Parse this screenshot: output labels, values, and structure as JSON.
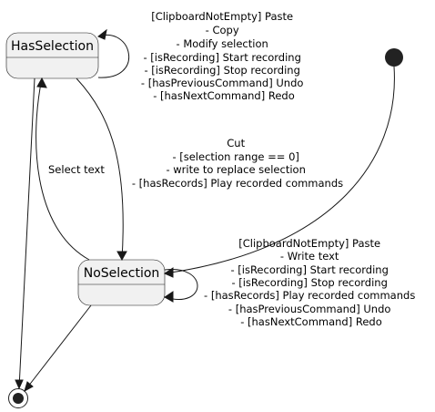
{
  "states": {
    "has_selection": "HasSelection",
    "no_selection": "NoSelection"
  },
  "transitions": {
    "has_self": [
      "[ClipboardNotEmpty] Paste",
      "- Copy",
      "- Modify selection",
      "- [isRecording] Start recording",
      "- [isRecording] Stop recording",
      "- [hasPreviousCommand] Undo",
      "- [hasNextCommand] Redo"
    ],
    "has_to_no": [
      "Cut",
      "- [selection range == 0]",
      "- write to replace selection",
      "- [hasRecords] Play recorded commands"
    ],
    "no_to_has": [
      "Select text"
    ],
    "no_self": [
      "[ClipboardNotEmpty] Paste",
      "- Write text",
      "- [isRecording] Start recording",
      "- [isRecording] Stop recording",
      "- [hasRecords] Play recorded commands",
      "- [hasPreviousCommand] Undo",
      "- [hasNextCommand] Redo"
    ]
  }
}
